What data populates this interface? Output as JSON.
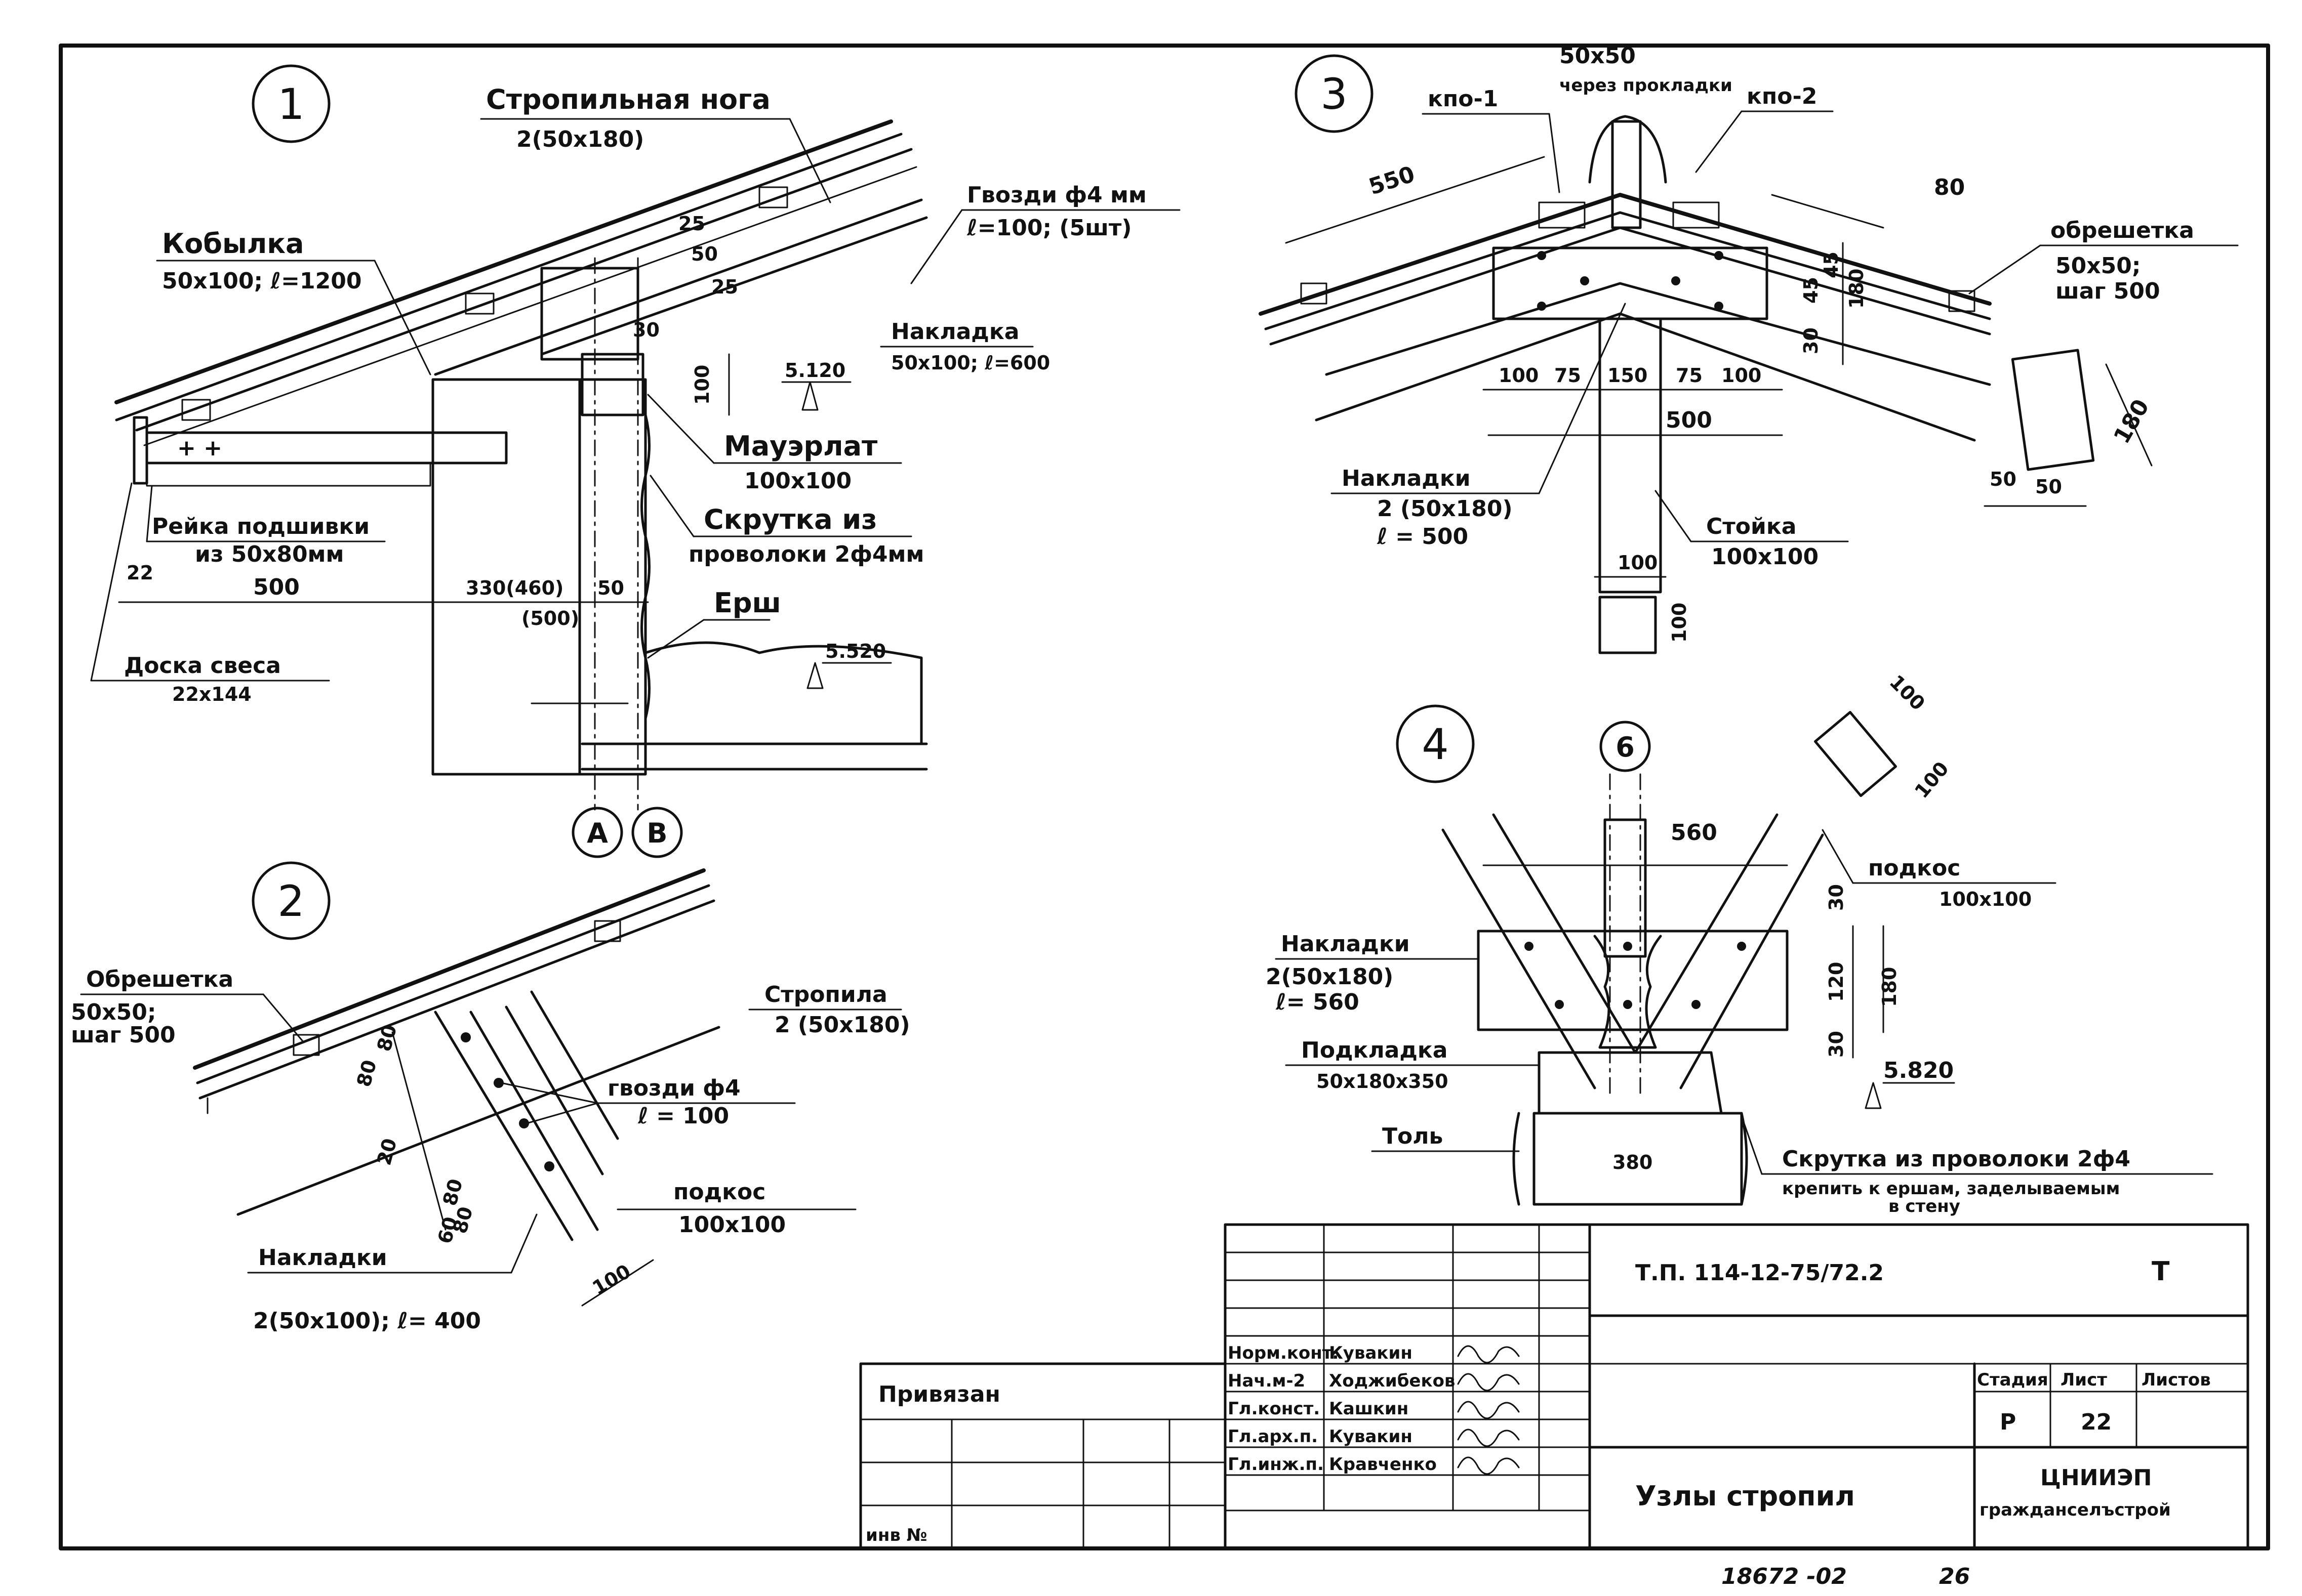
{
  "details": {
    "d1": {
      "number": "1",
      "labels": {
        "rafter_leg": "Стропильная нога",
        "rafter_leg_size": "2(50x180)",
        "kobylka": "Кобылка",
        "kobylka_size": "50x100; ℓ=1200",
        "nails": "Гвозди ф4 мм",
        "nails_size": "ℓ=100; (5шт)",
        "overlay": "Накладка",
        "overlay_size": "50x100; ℓ=600",
        "mauerlat": "Мауэрлат",
        "mauerlat_size": "100x100",
        "strut_wire": "Скрутка из",
        "strut_wire_2": "проволоки 2ф4мм",
        "ersh": "Ерш",
        "rail": "Рейка подшивки",
        "rail_size": "из 50x80мм",
        "eave_board": "Доска свеса",
        "eave_board_size": "22x144"
      },
      "dims": {
        "d25a": "25",
        "d50": "50",
        "d25b": "25",
        "d30": "30",
        "d100": "100",
        "level_a": "5.120",
        "d22": "22",
        "d500": "500",
        "d330": "330(460)",
        "d50b": "50",
        "d500b": "(500)",
        "level_b": "5.520"
      },
      "axes": [
        "А",
        "В"
      ]
    },
    "d2": {
      "number": "2",
      "labels": {
        "lathing": "Обрешетка",
        "lathing_size": "50x50;",
        "lathing_step": "шаг 500",
        "rafter": "Стропила",
        "rafter_size": "2 (50x180)",
        "nails": "гвозди ф4",
        "nails_size": "ℓ = 100",
        "brace": "подкос",
        "brace_size": "100x100",
        "overlays": "Накладки",
        "overlays_size": "2(50x100); ℓ= 400"
      },
      "dims": {
        "d80a": "80",
        "d80b": "80",
        "d20": "20",
        "d80c": "80",
        "d60": "60",
        "d80d": "80",
        "d100": "100"
      }
    },
    "d3": {
      "number": "3",
      "labels": {
        "kpo1": "кпо-1",
        "kpo2": "кпо-2",
        "top_size": "50x50",
        "through_gasket": "через прокладки",
        "lathing": "обрешетка",
        "lathing_size": "50x50;",
        "lathing_step": "шаг 500",
        "overlays": "Накладки",
        "overlays_size": "2 (50x180)",
        "overlays_len": "ℓ = 500",
        "post": "Стойка",
        "post_size": "100x100"
      },
      "dims": {
        "d550": "550",
        "d80": "80",
        "d45a": "45",
        "d45b": "45",
        "d180": "180",
        "d30": "30",
        "d100a": "100",
        "d75a": "75",
        "d150": "150",
        "d75b": "75",
        "d100b": "100",
        "d500": "500",
        "d100c": "100",
        "d100d": "100",
        "s50a": "50",
        "s50b": "50",
        "s180": "180"
      }
    },
    "d4": {
      "number": "4",
      "axis": "6",
      "labels": {
        "overlays": "Накладки",
        "overlays_size": "2(50x180)",
        "overlays_len": "ℓ= 560",
        "pad": "Подкладка",
        "pad_size": "50x180x350",
        "tol": "Толь",
        "brace": "подкос",
        "brace_size": "100x100",
        "wire": "Скрутка из проволоки 2ф4",
        "fix1": "крепить к ершам, заделываемым",
        "fix2": "в стену"
      },
      "dims": {
        "d560": "560",
        "d30a": "30",
        "d120": "120",
        "d180": "180",
        "d30b": "30",
        "level": "5.820",
        "d380": "380",
        "s100a": "100",
        "s100b": "100"
      }
    }
  },
  "title_block": {
    "doc_code": "Т.П. 114-12-75/72.2",
    "mark": "Т",
    "tied": "Привязан",
    "inv": "инв №",
    "sheet_title": "Узлы стропил",
    "org1": "ЦНИИЭП",
    "org2": "гражданселъстрой",
    "stage_h": "Стадия",
    "sheet_h": "Лист",
    "sheets_h": "Листов",
    "stage": "Р",
    "sheet": "22",
    "sheets": "",
    "signers": [
      {
        "role": "Норм.конт.",
        "name": "Кувакин"
      },
      {
        "role": "Нач.м-2",
        "name": "Ходжибеков"
      },
      {
        "role": "Гл.конст.",
        "name": "Кашкин"
      },
      {
        "role": "Гл.арх.п.",
        "name": "Кувакин"
      },
      {
        "role": "Гл.инж.п.",
        "name": "Кравченко"
      }
    ]
  },
  "footer": {
    "code": "18672 -02",
    "page": "26"
  }
}
